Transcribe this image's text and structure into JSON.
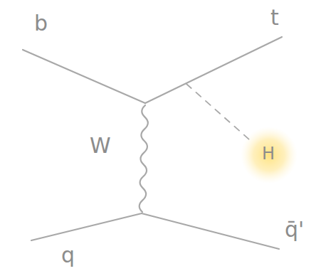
{
  "diagram": {
    "labels": [
      "b",
      "t",
      "W",
      "H",
      "q",
      "q̄'"
    ]
  }
}
